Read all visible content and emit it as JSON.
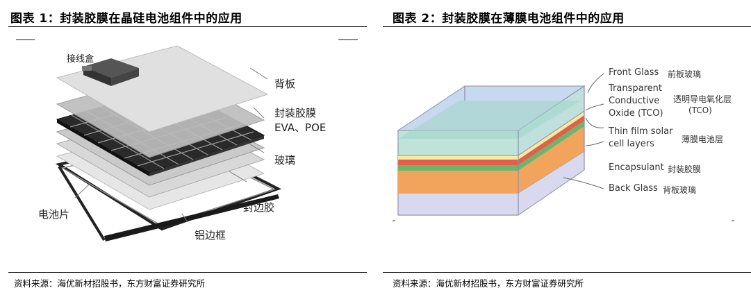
{
  "figure1": {
    "title": "图表 1：封装胶膜在晶硅电池组件中的应用",
    "labels": {
      "junction_box": "接线盒",
      "backsheet": "背板",
      "encapsulant": "封装胶膜",
      "encapsulant_sub": "EVA、POE",
      "glass": "玻璃",
      "cell": "电池片",
      "sealant": "封边胶",
      "frame": "铝边框"
    },
    "source": "资料来源：海优新材招股书，东方财富证券研究所"
  },
  "figure2": {
    "title": "图表 2：封装胶膜在薄膜电池组件中的应用",
    "labels": {
      "front_glass_en": "Front Glass",
      "front_glass_zh": "前板玻璃",
      "tco_en_1": "Transparent",
      "tco_en_2": "Conductive",
      "tco_en_3": "Oxide (TCO)",
      "tco_zh_1": "透明导电氧化层",
      "tco_zh_2": "(TCO)",
      "thin_en_1": "Thin film solar",
      "thin_en_2": "cell layers",
      "thin_zh": "薄膜电池层",
      "encap_en": "Encapsulant",
      "encap_zh": "封装胶膜",
      "back_en": "Back Glass",
      "back_zh": "背板玻璃"
    },
    "source": "资料来源：海优新材招股书，东方财富证券研究所"
  }
}
